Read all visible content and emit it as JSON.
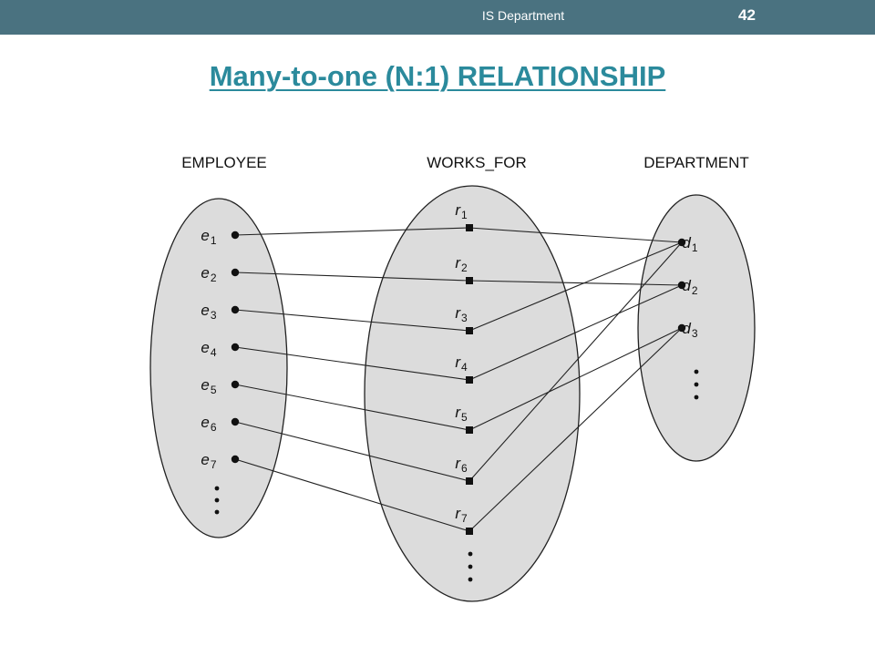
{
  "header": {
    "department": "IS Department",
    "page_number": "42",
    "bar_color": "#4a7280"
  },
  "title": {
    "text": "Many-to-one (N:1) RELATIONSHIP",
    "color": "#2b8a9c"
  },
  "diagram": {
    "fill_color": "#dcdcdc",
    "sets": [
      {
        "id": "employee",
        "title": "EMPLOYEE",
        "nodes": [
          {
            "letter": "e",
            "sub": "1"
          },
          {
            "letter": "e",
            "sub": "2"
          },
          {
            "letter": "e",
            "sub": "3"
          },
          {
            "letter": "e",
            "sub": "4"
          },
          {
            "letter": "e",
            "sub": "5"
          },
          {
            "letter": "e",
            "sub": "6"
          },
          {
            "letter": "e",
            "sub": "7"
          }
        ]
      },
      {
        "id": "works_for",
        "title": "WORKS_FOR",
        "nodes": [
          {
            "letter": "r",
            "sub": "1"
          },
          {
            "letter": "r",
            "sub": "2"
          },
          {
            "letter": "r",
            "sub": "3"
          },
          {
            "letter": "r",
            "sub": "4"
          },
          {
            "letter": "r",
            "sub": "5"
          },
          {
            "letter": "r",
            "sub": "6"
          },
          {
            "letter": "r",
            "sub": "7"
          }
        ]
      },
      {
        "id": "department",
        "title": "DEPARTMENT",
        "nodes": [
          {
            "letter": "d",
            "sub": "1"
          },
          {
            "letter": "d",
            "sub": "2"
          },
          {
            "letter": "d",
            "sub": "3"
          }
        ]
      }
    ],
    "edges": [
      {
        "from": "e1",
        "to": "r1"
      },
      {
        "from": "e2",
        "to": "r2"
      },
      {
        "from": "e3",
        "to": "r3"
      },
      {
        "from": "e4",
        "to": "r4"
      },
      {
        "from": "e5",
        "to": "r5"
      },
      {
        "from": "e6",
        "to": "r6"
      },
      {
        "from": "e7",
        "to": "r7"
      },
      {
        "from": "r1",
        "to": "d1"
      },
      {
        "from": "r2",
        "to": "d2"
      },
      {
        "from": "r3",
        "to": "d1"
      },
      {
        "from": "r4",
        "to": "d2"
      },
      {
        "from": "r5",
        "to": "d3"
      },
      {
        "from": "r6",
        "to": "d1"
      },
      {
        "from": "r7",
        "to": "d3"
      }
    ]
  }
}
